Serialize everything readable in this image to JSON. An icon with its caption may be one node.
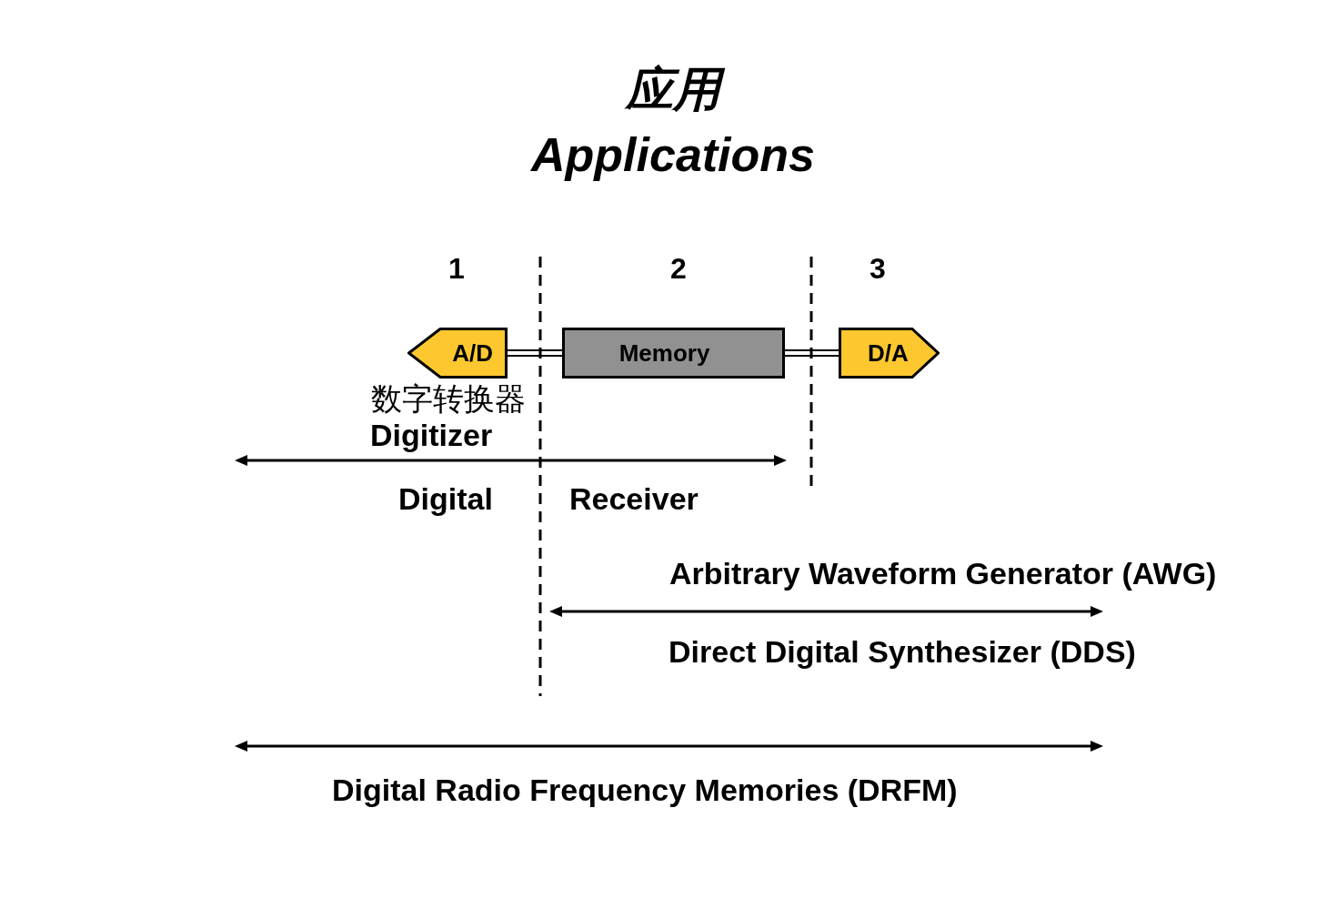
{
  "diagram": {
    "title": "应用 Applications",
    "nodes": [
      {
        "text": [
          "A/D"
        ]
      },
      {
        "text": [
          "Memory"
        ]
      },
      {
        "text": [
          "D/A"
        ]
      }
    ],
    "edges": [
      {
        "from": 0,
        "to": 1,
        "arrow": "none"
      },
      {
        "from": 1,
        "to": 2,
        "arrow": "none"
      }
    ],
    "labels": [
      "1",
      "2",
      "3",
      "数字转换器",
      "Digitizer",
      "Digital",
      "Receiver",
      "Arbitrary Waveform Generator (AWG)",
      "Direct Digital Synthesizer (DDS)",
      "Digital Radio Frequency Memories (DRFM)"
    ]
  }
}
